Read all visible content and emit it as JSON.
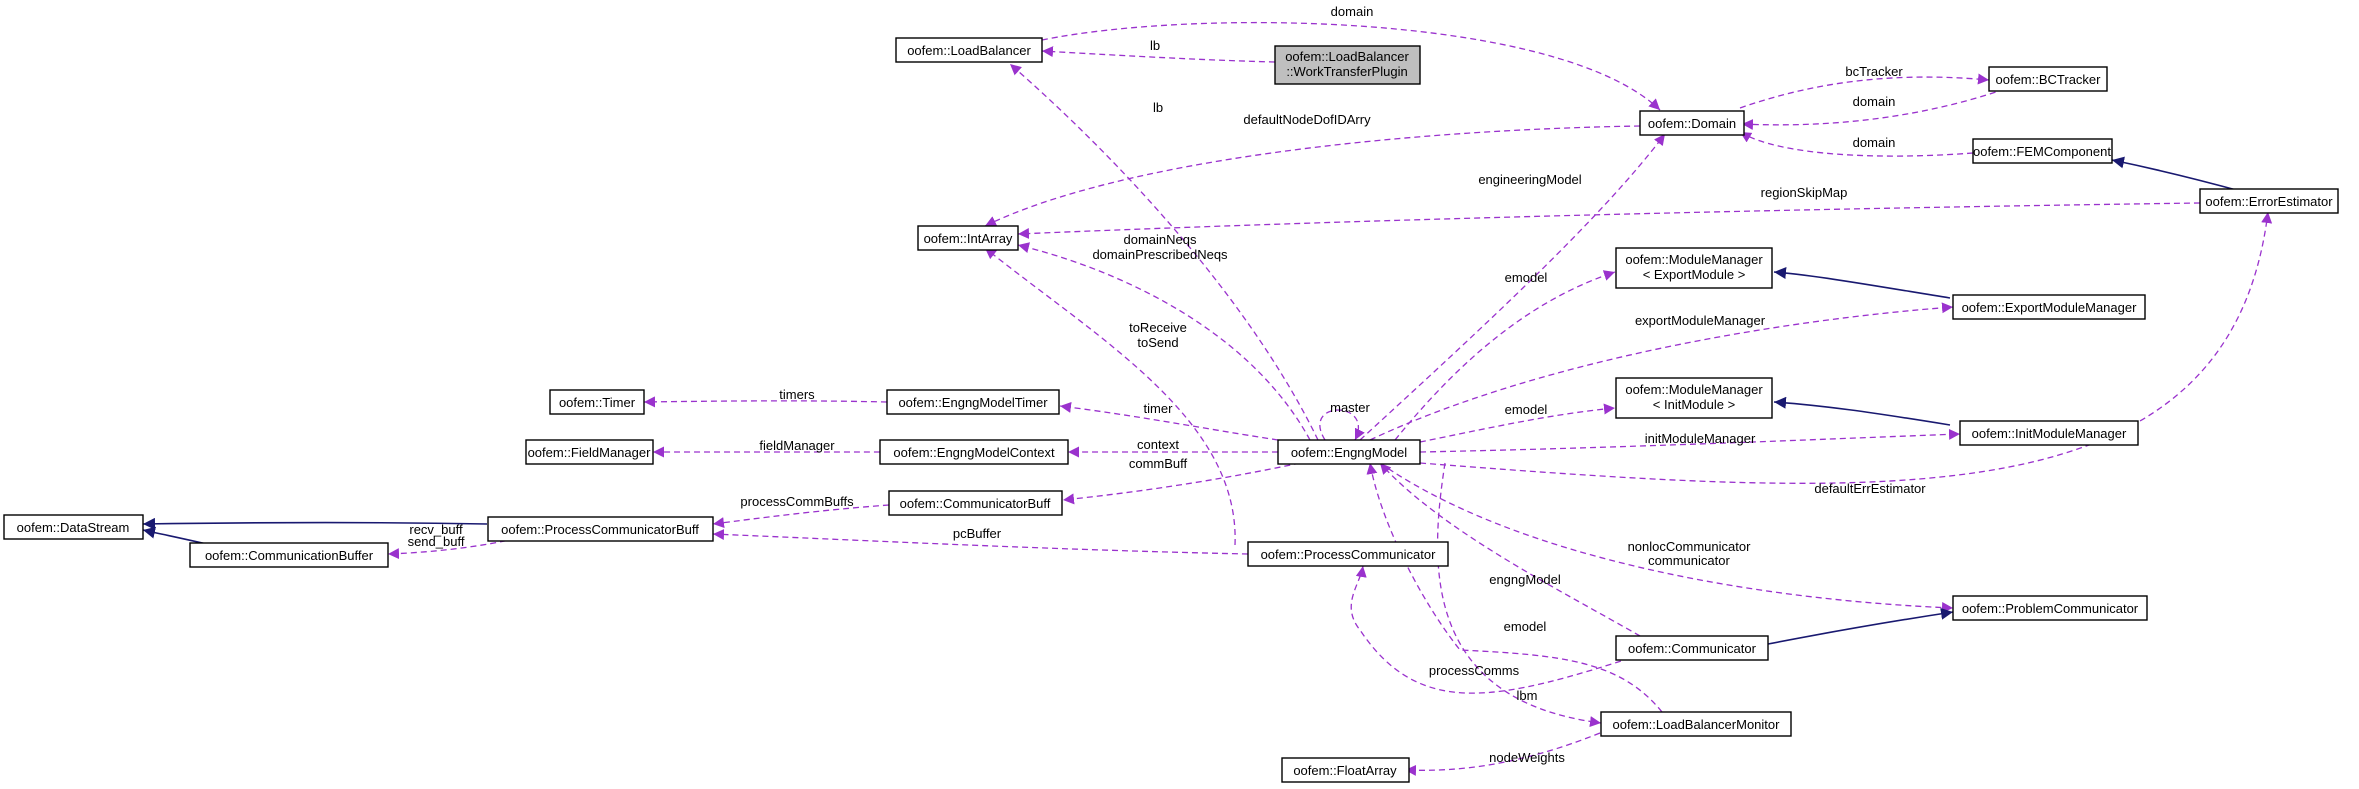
{
  "diagram": {
    "colors": {
      "usage_edge": "#9a32cd",
      "inheritance_edge": "#191970",
      "node_border": "#000000",
      "focus_fill": "#bfbfbf"
    },
    "nodes": {
      "loadbalancer": {
        "lines": [
          "oofem::LoadBalancer"
        ]
      },
      "worktransferplugin": {
        "lines": [
          "oofem::LoadBalancer",
          "::WorkTransferPlugin"
        ],
        "focus": true
      },
      "domain": {
        "lines": [
          "oofem::Domain"
        ]
      },
      "bctracker": {
        "lines": [
          "oofem::BCTracker"
        ]
      },
      "femcomponent": {
        "lines": [
          "oofem::FEMComponent"
        ]
      },
      "errorestimator": {
        "lines": [
          "oofem::ErrorEstimator"
        ]
      },
      "intarray": {
        "lines": [
          "oofem::IntArray"
        ]
      },
      "mm_export": {
        "lines": [
          "oofem::ModuleManager",
          "< ExportModule >"
        ]
      },
      "exportmodulemanager": {
        "lines": [
          "oofem::ExportModuleManager"
        ]
      },
      "mm_init": {
        "lines": [
          "oofem::ModuleManager",
          "< InitModule >"
        ]
      },
      "initmodulemanager": {
        "lines": [
          "oofem::InitModuleManager"
        ]
      },
      "timer": {
        "lines": [
          "oofem::Timer"
        ]
      },
      "engngmodeltimer": {
        "lines": [
          "oofem::EngngModelTimer"
        ]
      },
      "fieldmanager": {
        "lines": [
          "oofem::FieldManager"
        ]
      },
      "engngmodelcontext": {
        "lines": [
          "oofem::EngngModelContext"
        ]
      },
      "engngmodel": {
        "lines": [
          "oofem::EngngModel"
        ]
      },
      "datastream": {
        "lines": [
          "oofem::DataStream"
        ]
      },
      "processcommunicatorbuff": {
        "lines": [
          "oofem::ProcessCommunicatorBuff"
        ]
      },
      "communicatorbuff": {
        "lines": [
          "oofem::CommunicatorBuff"
        ]
      },
      "communicationbuffer": {
        "lines": [
          "oofem::CommunicationBuffer"
        ]
      },
      "processcommunicator": {
        "lines": [
          "oofem::ProcessCommunicator"
        ]
      },
      "problemcommunicator": {
        "lines": [
          "oofem::ProblemCommunicator"
        ]
      },
      "communicator": {
        "lines": [
          "oofem::Communicator"
        ]
      },
      "loadbalancermonitor": {
        "lines": [
          "oofem::LoadBalancerMonitor"
        ]
      },
      "floatarray": {
        "lines": [
          "oofem::FloatArray"
        ]
      }
    },
    "edges": {
      "lb_wtp": [
        "lb"
      ],
      "domain_lb": [
        "domain"
      ],
      "lb_engng": [
        "lb"
      ],
      "bctracker_domain": [
        "bcTracker"
      ],
      "domain_bctracker": [
        "domain"
      ],
      "domain_femcomponent": [
        "domain"
      ],
      "dofid": [
        "defaultNodeDofIDArry"
      ],
      "regionskipmap": [
        "regionSkipMap"
      ],
      "engineeringmodel": [
        "engineeringModel"
      ],
      "domainneqs": [
        "domainNeqs",
        "domainPrescribedNeqs"
      ],
      "toreceive": [
        "toReceive",
        "toSend"
      ],
      "emodel_export": [
        "emodel"
      ],
      "exportmodulemanager": [
        "exportModuleManager"
      ],
      "timers": [
        "timers"
      ],
      "timer": [
        "timer"
      ],
      "master": [
        "master"
      ],
      "emodel_init": [
        "emodel"
      ],
      "fieldmanager": [
        "fieldManager"
      ],
      "context": [
        "context"
      ],
      "initmodulemanager": [
        "initModuleManager"
      ],
      "commbuff": [
        "commBuff"
      ],
      "defaulterrestimator": [
        "defaultErrEstimator"
      ],
      "processcommbuffs": [
        "processCommBuffs"
      ],
      "recvbuff": [
        "recv_buff",
        "send_buff"
      ],
      "pcbuffer": [
        "pcBuffer"
      ],
      "nonloccomm": [
        "nonlocCommunicator",
        "communicator"
      ],
      "engngmodel_comm": [
        "engngModel"
      ],
      "emodel_lbm": [
        "emodel"
      ],
      "processcomms": [
        "processComms"
      ],
      "lbm": [
        "lbm"
      ],
      "nodeweights": [
        "nodeWeights"
      ]
    }
  }
}
